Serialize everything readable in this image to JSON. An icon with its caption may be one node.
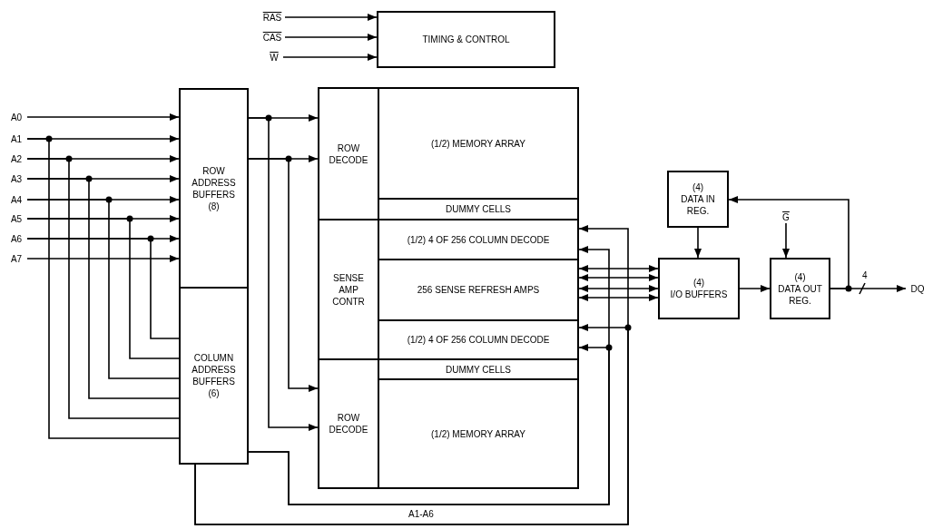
{
  "diagram": {
    "nodes": [
      {
        "text": [
          "RAS"
        ]
      },
      {
        "text": [
          "CAS"
        ]
      },
      {
        "text": [
          "W"
        ]
      },
      {
        "text": [
          "TIMING & CONTROL"
        ]
      },
      {
        "text": [
          "A0"
        ]
      },
      {
        "text": [
          "A1"
        ]
      },
      {
        "text": [
          "A2"
        ]
      },
      {
        "text": [
          "A3"
        ]
      },
      {
        "text": [
          "A4"
        ]
      },
      {
        "text": [
          "A5"
        ]
      },
      {
        "text": [
          "A6"
        ]
      },
      {
        "text": [
          "A7"
        ]
      },
      {
        "text": [
          "ROW ADDRESS BUFFERS",
          "(8)"
        ]
      },
      {
        "text": [
          "COLUMN ADDRESS BUFFERS",
          "(6)"
        ]
      },
      {
        "text": [
          "ROW DECODE"
        ]
      },
      {
        "text": [
          "(1/2) MEMORY ARRAY"
        ]
      },
      {
        "text": [
          "DUMMY CELLS"
        ]
      },
      {
        "text": [
          "SENSE AMP CONTR"
        ]
      },
      {
        "text": [
          "(1/2) 4 OF 256 COLUMN DECODE"
        ]
      },
      {
        "text": [
          "256 SENSE REFRESH AMPS"
        ]
      },
      {
        "text": [
          "(1/2) 4 OF 256 COLUMN DECODE"
        ]
      },
      {
        "text": [
          "DUMMY CELLS"
        ]
      },
      {
        "text": [
          "ROW DECODE"
        ]
      },
      {
        "text": [
          "(1/2) MEMORY ARRAY"
        ]
      },
      {
        "text": [
          "(4)",
          "DATA IN REG."
        ]
      },
      {
        "text": [
          "(4)",
          "I/O BUFFERS"
        ]
      },
      {
        "text": [
          "G"
        ]
      },
      {
        "text": [
          "(4)",
          "DATA OUT REG."
        ]
      },
      {
        "text": [
          "DQ"
        ]
      }
    ],
    "edges": [
      {
        "from": 0,
        "to": 3,
        "arrow": "to"
      },
      {
        "from": 1,
        "to": 3,
        "arrow": "to"
      },
      {
        "from": 2,
        "to": 3,
        "arrow": "to"
      },
      {
        "from": 4,
        "to": 12,
        "arrow": "to"
      },
      {
        "from": 5,
        "to": 12,
        "arrow": "to"
      },
      {
        "from": 6,
        "to": 12,
        "arrow": "to"
      },
      {
        "from": 7,
        "to": 12,
        "arrow": "to"
      },
      {
        "from": 8,
        "to": 12,
        "arrow": "to"
      },
      {
        "from": 9,
        "to": 12,
        "arrow": "to"
      },
      {
        "from": 10,
        "to": 12,
        "arrow": "to"
      },
      {
        "from": 11,
        "to": 12,
        "arrow": "to"
      },
      {
        "from": 5,
        "to": 13,
        "arrow": "none"
      },
      {
        "from": 6,
        "to": 13,
        "arrow": "none"
      },
      {
        "from": 7,
        "to": 13,
        "arrow": "none"
      },
      {
        "from": 8,
        "to": 13,
        "arrow": "none"
      },
      {
        "from": 9,
        "to": 13,
        "arrow": "none"
      },
      {
        "from": 10,
        "to": 13,
        "arrow": "none"
      },
      {
        "from": 12,
        "to": 14,
        "arrow": "to"
      },
      {
        "from": 12,
        "to": 14,
        "arrow": "to"
      },
      {
        "from": 12,
        "to": 22,
        "arrow": "to"
      },
      {
        "from": 12,
        "to": 22,
        "arrow": "to"
      },
      {
        "from": 13,
        "to": 18,
        "arrow": "to"
      },
      {
        "from": 13,
        "to": 20,
        "arrow": "to"
      },
      {
        "from": 13,
        "to": 18,
        "arrow": "to"
      },
      {
        "from": 13,
        "to": 20,
        "arrow": "to"
      },
      {
        "from": 19,
        "to": 25,
        "arrow": "both"
      },
      {
        "from": 19,
        "to": 25,
        "arrow": "both"
      },
      {
        "from": 19,
        "to": 25,
        "arrow": "both"
      },
      {
        "from": 19,
        "to": 25,
        "arrow": "both"
      },
      {
        "from": 24,
        "to": 25,
        "arrow": "to"
      },
      {
        "from": 25,
        "to": 27,
        "arrow": "to"
      },
      {
        "from": 26,
        "to": 27,
        "arrow": "to"
      },
      {
        "from": 27,
        "to": 28,
        "label": "4",
        "arrow": "to"
      },
      {
        "from": 27,
        "to": 24,
        "arrow": "to"
      }
    ],
    "labels": [
      "A1-A6"
    ]
  }
}
